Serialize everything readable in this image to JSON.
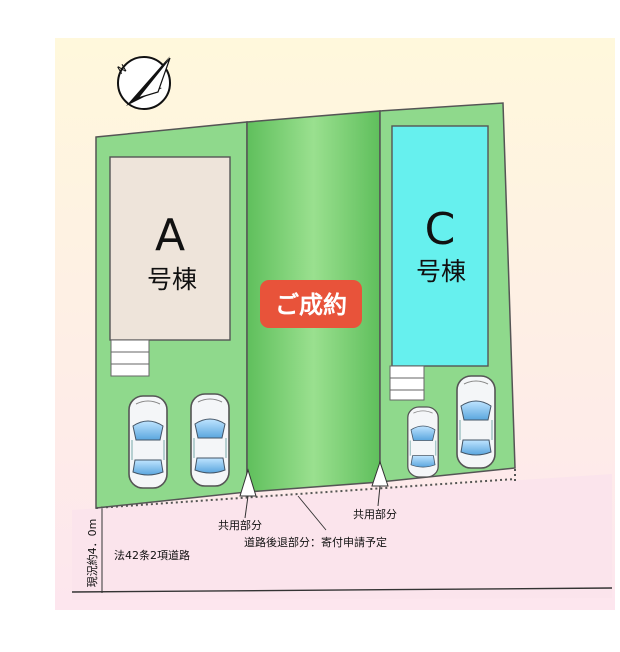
{
  "lots": {
    "a": {
      "letter": "A",
      "unit": "号棟"
    },
    "c": {
      "letter": "C",
      "unit": "号棟"
    }
  },
  "sold_badge": "ご成約",
  "road": {
    "shared_left": "共用部分",
    "shared_right": "共用部分",
    "setback_note": "道路後退部分：寄付申請予定",
    "road_type": "法42条2項道路",
    "current_width": "現況約4．0m"
  },
  "compass": {
    "north": "N"
  },
  "colors": {
    "lot_green": "#8fd98c",
    "middle_green": "#6cc56a",
    "house_a": "#eee4da",
    "house_c": "#66f0ee",
    "badge_red": "#e8533a",
    "road_pink": "#fbe6ec",
    "background_cream": "#fdf7e6"
  }
}
